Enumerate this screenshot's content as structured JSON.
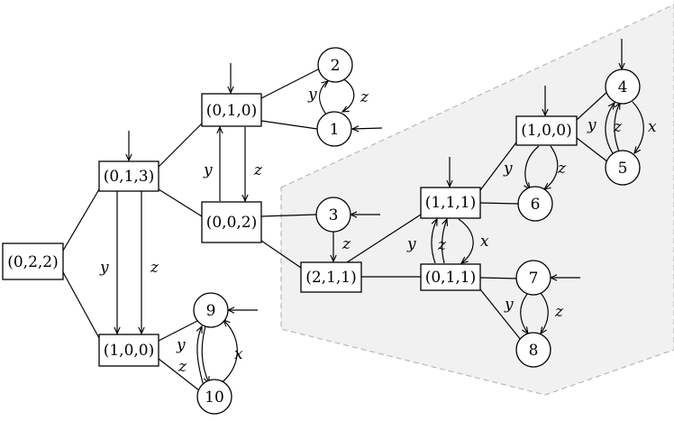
{
  "diagram": {
    "region_color": "#f1f1f1",
    "nodes": {
      "n022": "(0,2,2)",
      "n013": "(0,1,3)",
      "n010": "(0,1,0)",
      "n002": "(0,0,2)",
      "n100_left": "(1,0,0)",
      "n211": "(2,1,1)",
      "n111": "(1,1,1)",
      "n011": "(0,1,1)",
      "n100_right": "(1,0,0)",
      "c1": "1",
      "c2": "2",
      "c3": "3",
      "c4": "4",
      "c5": "5",
      "c6": "6",
      "c7": "7",
      "c8": "8",
      "c9": "9",
      "c10": "10"
    },
    "edge_labels": {
      "c2_c1_y": "y",
      "c1_c2_z": "z",
      "n002_n010_y": "y",
      "n010_n002_z": "z",
      "n013_n100_y": "y",
      "n013_n100_z": "z",
      "c9_c10_y": "y",
      "c9_c10_z": "z",
      "c10_c9_x": "x",
      "c3_n211_z": "z",
      "n111_n011_y": "y",
      "n111_n011_z": "z",
      "n011_n111_x": "x",
      "n100r_c6_y": "y",
      "n100r_c6_z": "z",
      "c5_c4_y": "y",
      "c5_c4_z": "z",
      "c4_c5_x": "x",
      "c7_c8_y": "y",
      "c7_c8_z": "z"
    }
  }
}
